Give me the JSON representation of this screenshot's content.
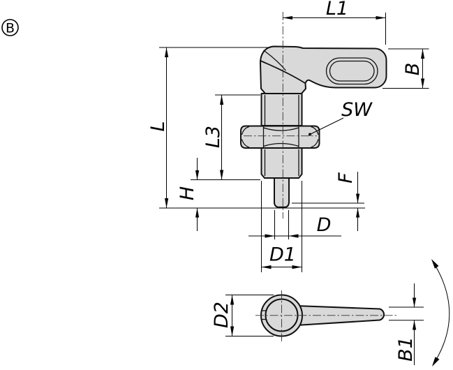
{
  "drawing": {
    "view_marker": "B",
    "part_fill_color": "#d9d9d9",
    "line_color": "#000000",
    "main_view": {
      "labels": {
        "l1": "L1",
        "b": "B",
        "l": "L",
        "l3": "L3",
        "sw": "SW",
        "h": "H",
        "f": "F",
        "d": "D",
        "d1": "D1"
      }
    },
    "bottom_view": {
      "labels": {
        "d2": "D2",
        "b1": "B1"
      }
    }
  }
}
